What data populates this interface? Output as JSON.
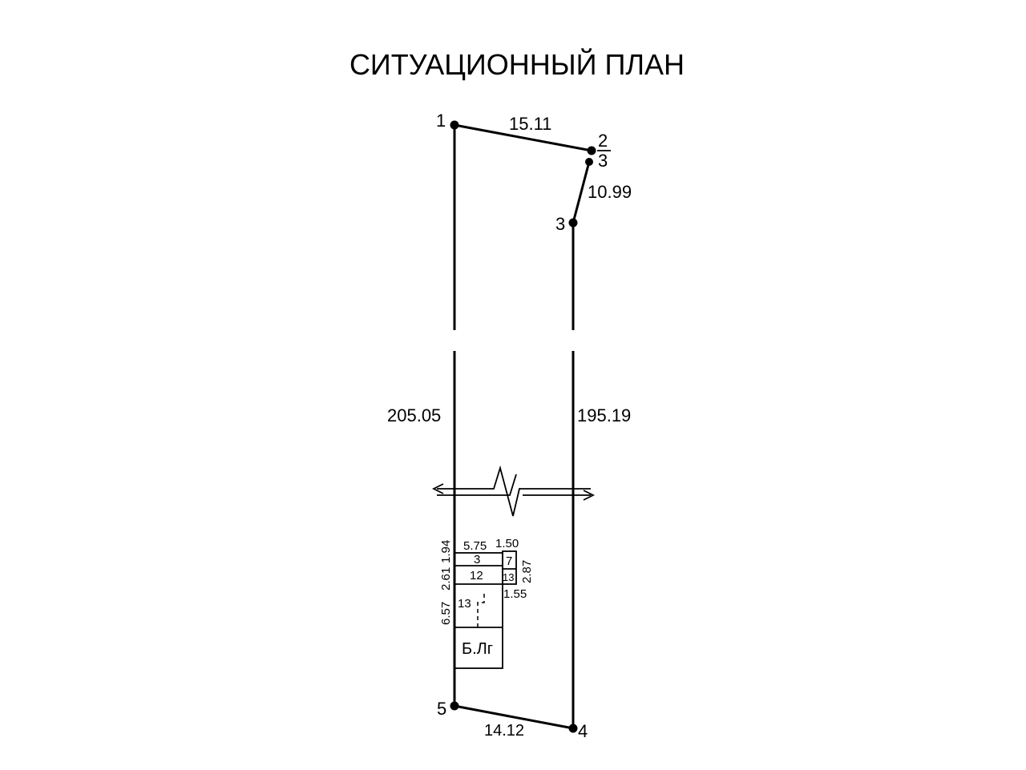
{
  "title": "СИТУАЦИОННЫЙ ПЛАН",
  "points": {
    "p1": "1",
    "p2": "2",
    "p3_small": "3",
    "p3": "3",
    "p4": "4",
    "p5": "5"
  },
  "dimensions": {
    "top_edge": "15.11",
    "right_short_edge": "10.99",
    "left_long_edge": "205.05",
    "right_long_edge": "195.19",
    "bottom_edge": "14.12"
  },
  "building": {
    "width_main": "5.75",
    "width_annex": "1.50",
    "height_left_top": "1.94",
    "height_left_mid": "2.61",
    "height_left_bottom": "6.57",
    "height_right": "2.87",
    "annex_bottom": "1.55",
    "room_3": "3",
    "room_7": "7",
    "room_12": "12",
    "room_13_small": "13",
    "room_13": "13",
    "block_label": "Б.Лг"
  }
}
